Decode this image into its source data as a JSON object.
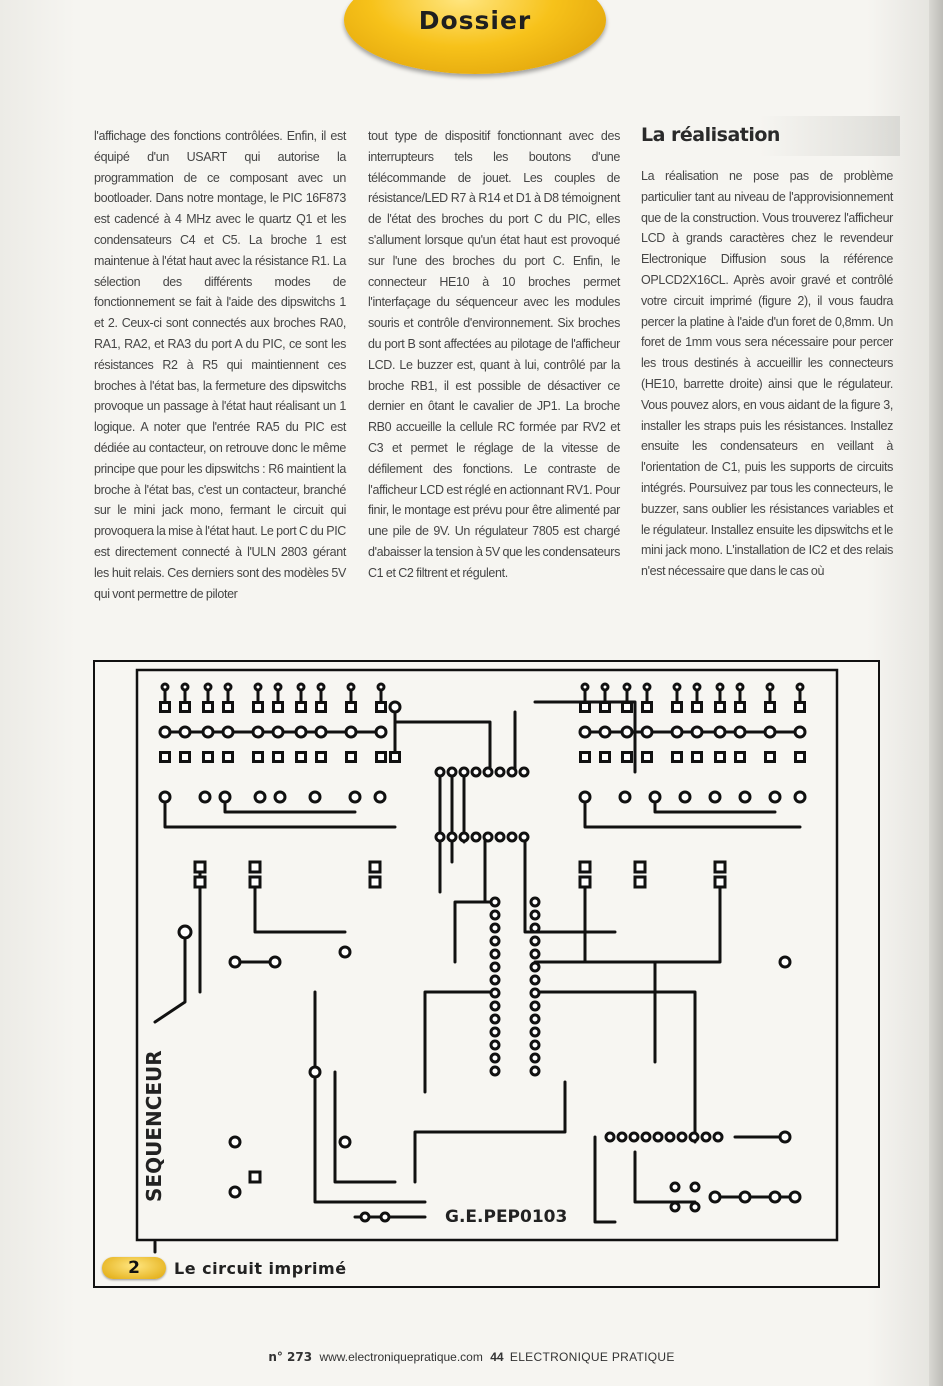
{
  "header": {
    "section_badge": "Dossier"
  },
  "column1": {
    "text": "l'affichage des fonctions contrôlées. Enfin, il est équipé d'un USART qui autorise la programmation de ce composant avec un bootloader. Dans notre montage, le PIC 16F873 est cadencé à 4 MHz avec le quartz Q1 et les condensateurs C4 et C5. La broche 1 est maintenue à l'état haut avec la résistance R1. La sélection des différents modes de fonctionnement se fait à l'aide des dipswitchs 1 et 2. Ceux-ci sont connectés aux broches RA0, RA1, RA2, et RA3 du port A du PIC, ce sont les résistances R2 à R5 qui maintiennent ces broches à l'état bas, la fermeture des dipswitchs provoque un passage à l'état haut réalisant un 1 logique. A noter que l'entrée RA5 du PIC est dédiée au contacteur, on retrouve donc le même principe que pour les dipswitchs : R6 maintient la broche à l'état bas, c'est un contacteur, branché sur le mini jack mono, fermant le circuit qui provoquera la mise à l'état haut. Le port C du PIC est directement connecté à l'ULN 2803 gérant les huit relais. Ces derniers sont des modèles 5V qui vont permettre de piloter"
  },
  "column2": {
    "text": "tout type de dispositif fonctionnant avec des interrupteurs tels les boutons d'une télécommande de jouet. Les couples de résistance/LED R7 à R14 et D1 à D8 témoignent de l'état des broches du port C du PIC, elles s'allument lorsque qu'un état haut est provoqué sur l'une des broches du port C. Enfin, le connecteur HE10 à 10 broches permet l'interfaçage du séquenceur avec les modules souris et contrôle d'environnement. Six broches du port B sont affectées au pilotage de l'afficheur LCD. Le buzzer est, quant à lui, contrôlé par la broche RB1, il est possible de désactiver ce dernier en ôtant le cavalier de JP1. La broche RB0 accueille la cellule RC formée par RV2 et C3 et permet le réglage de la vitesse de défilement des fonctions. Le contraste de l'afficheur LCD est réglé en actionnant RV1. Pour finir, le montage est prévu pour être alimenté par une pile de 9V. Un régulateur 7805 est chargé d'abaisser la tension à 5V que les condensateurs C1 et C2 filtrent et régulent."
  },
  "column3": {
    "heading": "La réalisation",
    "text": "La réalisation ne pose pas de problème particulier tant au niveau de l'approvisionnement que de la construction. Vous trouverez l'afficheur LCD à grands caractères chez le revendeur Electronique Diffusion sous la référence OPLCD2X16CL. Après avoir gravé et contrôlé votre circuit imprimé (figure 2), il vous faudra percer la platine à l'aide d'un foret de 0,8mm. Un foret de 1mm vous sera nécessaire pour percer les trous destinés à accueillir les connecteurs (HE10, barrette droite) ainsi que le régulateur. Vous pouvez alors, en vous aidant de la figure 3, installer les straps puis les résistances. Installez ensuite les condensateurs en veillant à l'orientation de C1, puis les supports de circuits intégrés. Poursuivez par tous les connecteurs, le buzzer, sans oublier les résistances variables et le régulateur. Installez ensuite les dipswitchs et le mini jack mono. L'installation de IC2 et des relais n'est nécessaire que dans le cas où"
  },
  "figure": {
    "board_label": "SEQUENCEUR",
    "board_ref": "G.E.PEP0103",
    "caption_number": "2",
    "caption_text": "Le circuit imprimé"
  },
  "footer": {
    "issue": "n° 273",
    "url": "www.electroniquepratique.com",
    "page": "44",
    "magazine": "ELECTRONIQUE PRATIQUE"
  }
}
